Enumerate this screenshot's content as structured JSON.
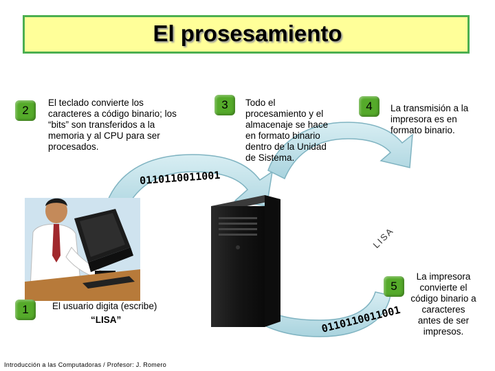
{
  "title": "El prosesamiento",
  "steps": [
    {
      "number": "1",
      "text": "El usuario digita (escribe)",
      "text_bold": "“LISA”"
    },
    {
      "number": "2",
      "text": "El teclado convierte los caracteres a código binario; los “bits” son transferidos a la memoria y al CPU para ser procesados."
    },
    {
      "number": "3",
      "text": "Todo el procesamiento y el almacenaje se hace en formato binario dentro de la Unidad de Sistema."
    },
    {
      "number": "4",
      "text": "La transmisión a la impresora es en formato binario."
    },
    {
      "number": "5",
      "text": "La impresora convierte el código binario a caracteres antes de ser impresos."
    }
  ],
  "binary_top": "0110110011001",
  "binary_bottom": "0110110011001",
  "printed_word": "LISA",
  "footer": "Introducción a las Computadoras / Profesor: J. Romero",
  "colors": {
    "badge": "#55aa2a",
    "title_bg": "#ffff99",
    "title_border": "#4caf50",
    "arrow": "#b9dde6"
  }
}
